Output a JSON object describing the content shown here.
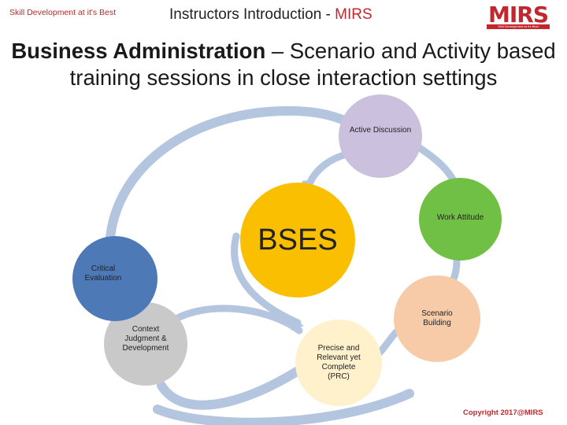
{
  "header": {
    "tagline": "Skill Development at it's Best",
    "title_prefix": "Instructors Introduction - ",
    "title_brand": "MIRS"
  },
  "logo": {
    "text": "MIRS",
    "subtext": "Skill Development at it's Best"
  },
  "slide_title": {
    "bold_part": "Business Administration",
    "rest": " – Scenario and Activity based training sessions in close interaction settings"
  },
  "diagram": {
    "center": {
      "label": "BSES",
      "color": "#f9bf00"
    },
    "nodes": [
      {
        "label": "Active Discussion",
        "color": "#cbc0dd"
      },
      {
        "label": "Work Attitude",
        "color": "#70c045"
      },
      {
        "label": "Scenario Building",
        "color": "#f8cba8"
      },
      {
        "label": "Precise and Relevant yet Complete (PRC)",
        "color": "#fef1cc"
      },
      {
        "label": "Context Judgment & Development",
        "color": "#c9c9c9"
      },
      {
        "label": "Critical Evaluation",
        "color": "#4d79b6"
      }
    ],
    "arc_color": "#b4c5e0"
  },
  "footer": {
    "copyright": "Copyright 2017@MIRS"
  }
}
